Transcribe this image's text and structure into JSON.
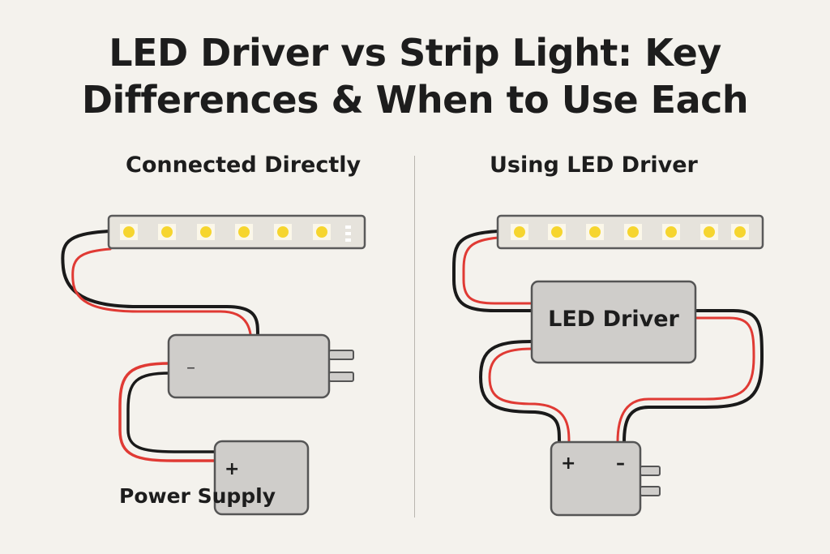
{
  "title": {
    "line1": "LED Driver vs Strip Light: Key",
    "line2": "Differences & When to Use Each"
  },
  "left_panel": {
    "heading": "Connected Directly",
    "power_supply_label": "Power Supply",
    "adapter_symbol": "–",
    "power_supply_symbol": "+"
  },
  "right_panel": {
    "heading": "Using LED Driver",
    "driver_label": "LED Driver",
    "plus_symbol": "+",
    "minus_symbol": "–"
  },
  "colors": {
    "background": "#f4f2ed",
    "box_fill": "#cfcdca",
    "box_stroke": "#555555",
    "led_yellow": "#f6d52e",
    "wire_red": "#e03a34",
    "wire_black": "#1a1a1a",
    "strip_fill": "#e6e3dc"
  }
}
